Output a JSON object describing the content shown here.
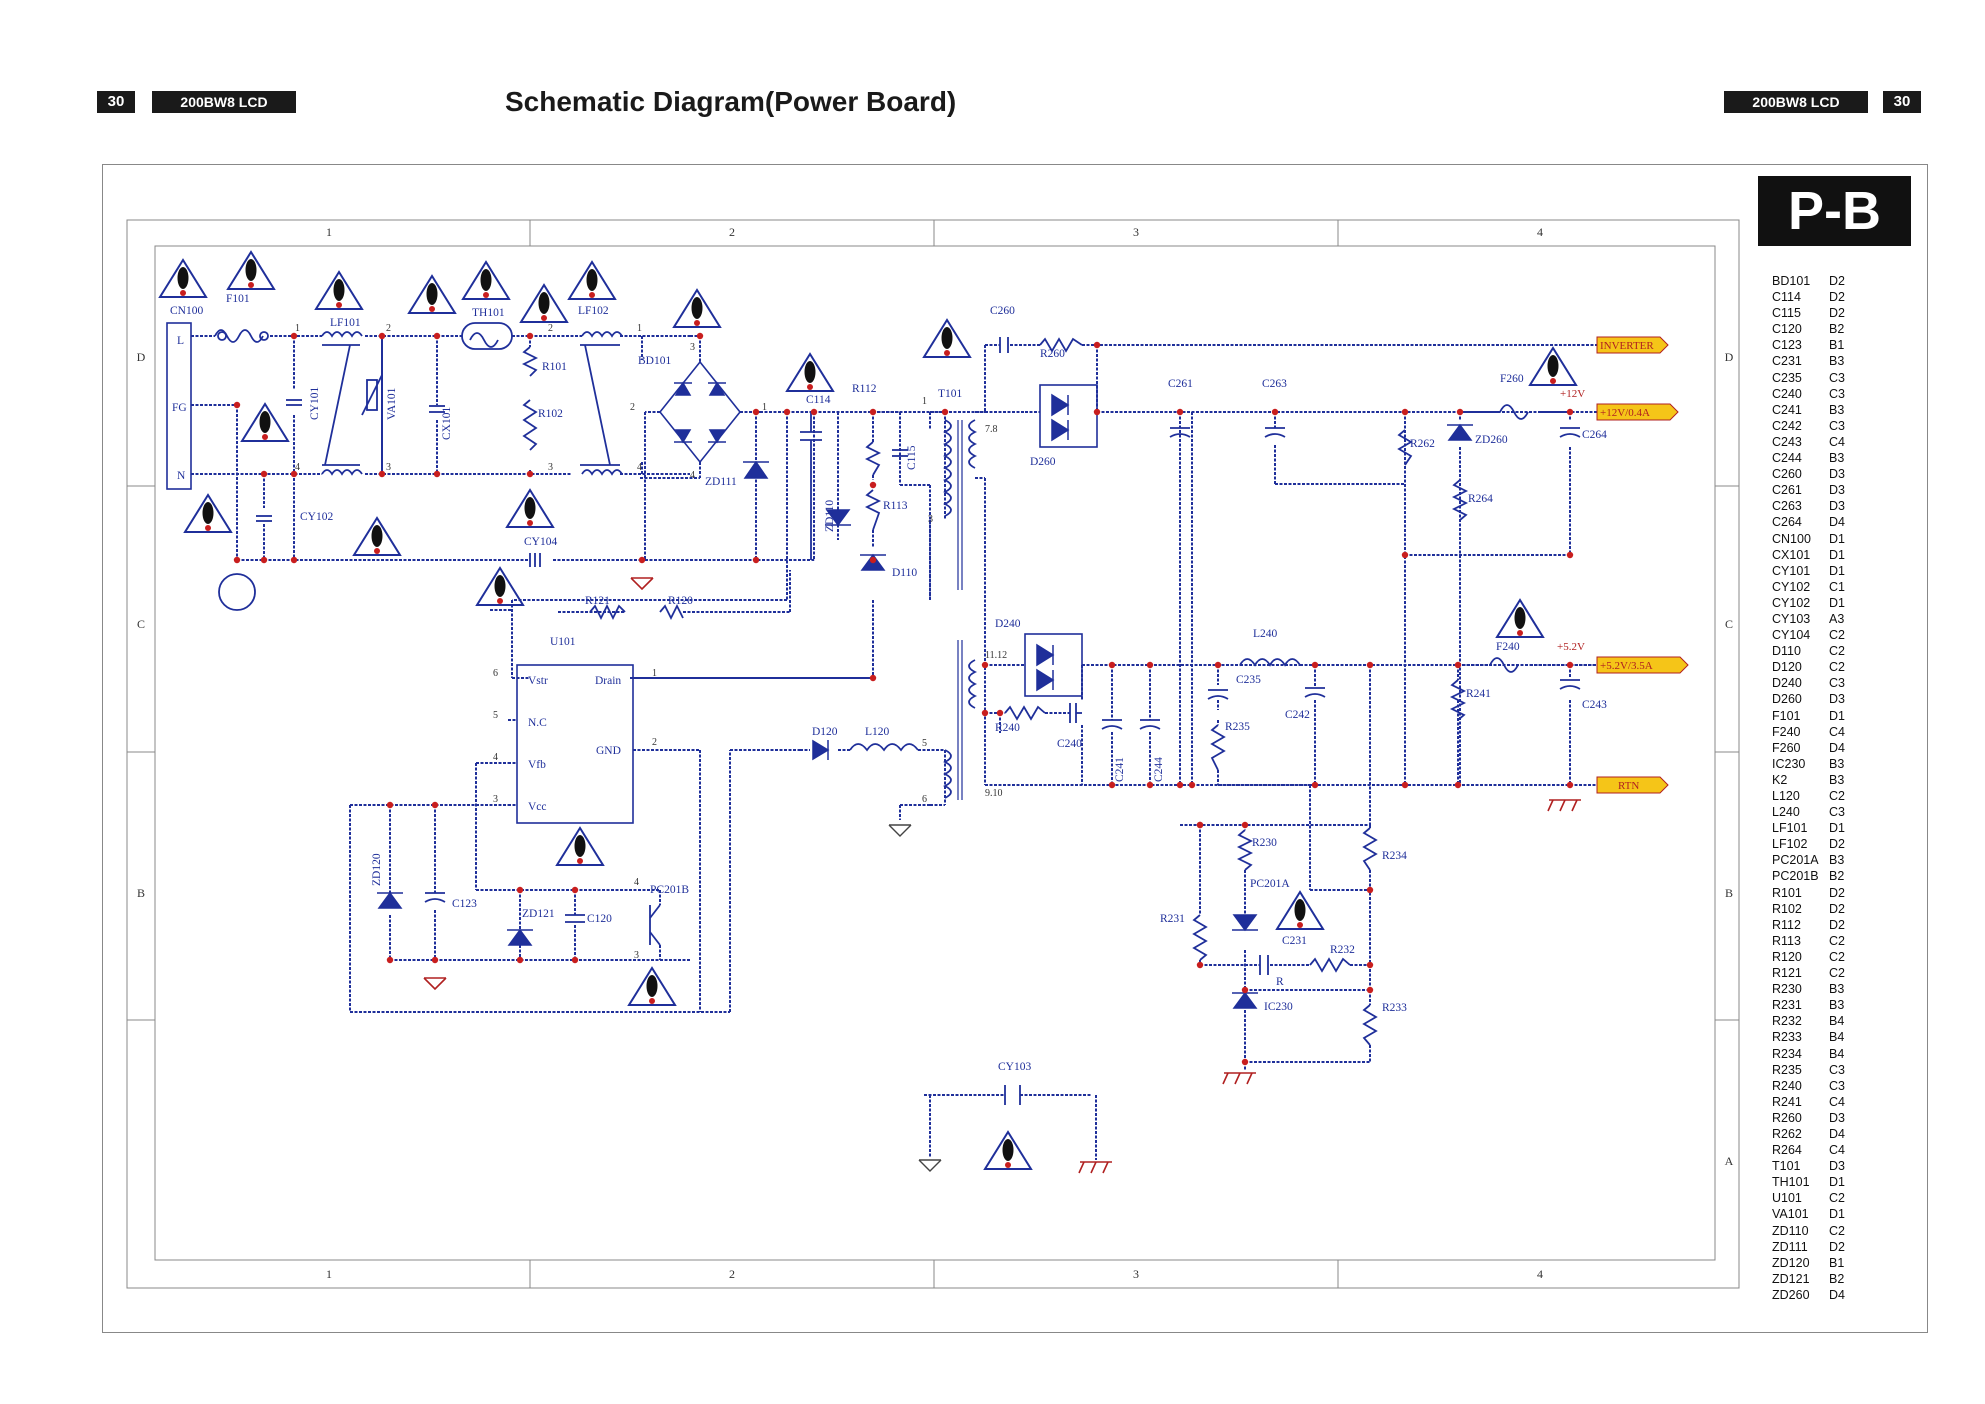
{
  "header": {
    "page_number": "30",
    "model": "200BW8 LCD",
    "title": "Schematic Diagram(Power Board)"
  },
  "badge": "P-B",
  "grid": {
    "columns": [
      "1",
      "2",
      "3",
      "4"
    ],
    "rows": [
      "D",
      "C",
      "B",
      "A"
    ]
  },
  "components": {
    "cn100": "CN100",
    "cn100_l": "L",
    "cn100_fg": "FG",
    "cn100_n": "N",
    "f101": "F101",
    "lf101": "LF101",
    "th101": "TH101",
    "lf102": "LF102",
    "bd101": "BD101",
    "cy101": "CY101",
    "va101": "VA101",
    "cx101": "CX101",
    "r101": "R101",
    "r102": "R102",
    "cy102": "CY102",
    "cy104": "CY104",
    "zd111": "ZD111",
    "c114": "C114",
    "r112": "R112",
    "c115": "C115",
    "zd110": "ZD110",
    "r113": "R113",
    "d110": "D110",
    "t101": "T101",
    "r121": "R121",
    "r120": "R120",
    "u101": "U101",
    "vstr": "Vstr",
    "drain": "Drain",
    "nc": "N.C",
    "vfb": "Vfb",
    "gnd": "GND",
    "vcc": "Vcc",
    "d120": "D120",
    "l120": "L120",
    "zd120": "ZD120",
    "c123": "C123",
    "zd121": "ZD121",
    "c120": "C120",
    "pc201b": "PC201B",
    "c260": "C260",
    "r260": "R260",
    "d260": "D260",
    "c261": "C261",
    "c263": "C263",
    "f260": "F260",
    "r262": "R262",
    "zd260": "ZD260",
    "c264": "C264",
    "r264": "R264",
    "d240": "D240",
    "r240": "R240",
    "c240": "C240",
    "c241": "C241",
    "c244": "C244",
    "l240": "L240",
    "c235": "C235",
    "c242": "C242",
    "r235": "R235",
    "f240": "F240",
    "r241": "R241",
    "c243": "C243",
    "r230": "R230",
    "pc201a": "PC201A",
    "c231": "C231",
    "r232": "R232",
    "r231": "R231",
    "r234": "R234",
    "r233": "R233",
    "ic230": "IC230",
    "ic230_r": "R",
    "cy103": "CY103"
  },
  "pins": {
    "p1": "1",
    "p2": "2",
    "p3": "3",
    "p4": "4",
    "p5": "5",
    "p6": "6",
    "t78": "7.8",
    "t1112": "11.12",
    "t910": "9.10"
  },
  "outputs": {
    "inverter": "INVERTER",
    "v12_label": "+12V",
    "v12_out": "+12V/0.4A",
    "v52_label": "+5.2V",
    "v52_out": "+5.2V/3.5A",
    "rtn": "RTN"
  },
  "ref_list": [
    [
      "BD101",
      "D2"
    ],
    [
      "C114",
      "D2"
    ],
    [
      "C115",
      "D2"
    ],
    [
      "C120",
      "B2"
    ],
    [
      "C123",
      "B1"
    ],
    [
      "C231",
      "B3"
    ],
    [
      "C235",
      "C3"
    ],
    [
      "C240",
      "C3"
    ],
    [
      "C241",
      "B3"
    ],
    [
      "C242",
      "C3"
    ],
    [
      "C243",
      "C4"
    ],
    [
      "C244",
      "B3"
    ],
    [
      "C260",
      "D3"
    ],
    [
      "C261",
      "D3"
    ],
    [
      "C263",
      "D3"
    ],
    [
      "C264",
      "D4"
    ],
    [
      "CN100",
      "D1"
    ],
    [
      "CX101",
      "D1"
    ],
    [
      "CY101",
      "D1"
    ],
    [
      "CY102",
      "C1"
    ],
    [
      "CY102",
      "D1"
    ],
    [
      "CY103",
      "A3"
    ],
    [
      "CY104",
      "C2"
    ],
    [
      "D110",
      "C2"
    ],
    [
      "D120",
      "C2"
    ],
    [
      "D240",
      "C3"
    ],
    [
      "D260",
      "D3"
    ],
    [
      "F101",
      "D1"
    ],
    [
      "F240",
      "C4"
    ],
    [
      "F260",
      "D4"
    ],
    [
      "IC230",
      "B3"
    ],
    [
      "K2",
      "B3"
    ],
    [
      "L120",
      "C2"
    ],
    [
      "L240",
      "C3"
    ],
    [
      "LF101",
      "D1"
    ],
    [
      "LF102",
      "D2"
    ],
    [
      "PC201A",
      "B3"
    ],
    [
      "PC201B",
      "B2"
    ],
    [
      "R101",
      "D2"
    ],
    [
      "R102",
      "D2"
    ],
    [
      "R112",
      "D2"
    ],
    [
      "R113",
      "C2"
    ],
    [
      "R120",
      "C2"
    ],
    [
      "R121",
      "C2"
    ],
    [
      "R230",
      "B3"
    ],
    [
      "R231",
      "B3"
    ],
    [
      "R232",
      "B4"
    ],
    [
      "R233",
      "B4"
    ],
    [
      "R234",
      "B4"
    ],
    [
      "R235",
      "C3"
    ],
    [
      "R240",
      "C3"
    ],
    [
      "R241",
      "C4"
    ],
    [
      "R260",
      "D3"
    ],
    [
      "R262",
      "D4"
    ],
    [
      "R264",
      "C4"
    ],
    [
      "T101",
      "D3"
    ],
    [
      "TH101",
      "D1"
    ],
    [
      "U101",
      "C2"
    ],
    [
      "VA101",
      "D1"
    ],
    [
      "ZD110",
      "C2"
    ],
    [
      "ZD111",
      "D2"
    ],
    [
      "ZD120",
      "B1"
    ],
    [
      "ZD121",
      "B2"
    ],
    [
      "ZD260",
      "D4"
    ]
  ],
  "colors": {
    "wire": "#1f2f9a",
    "node": "#c81e1e",
    "output_tag": "#f5c518",
    "text": "#1a1a1a"
  }
}
